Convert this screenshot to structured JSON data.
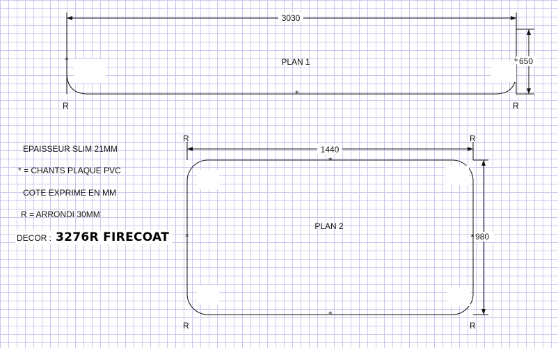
{
  "plan1": {
    "label": "PLAN 1",
    "length": "3030",
    "depth": "650",
    "depth_mark": "*",
    "radius_left": "R",
    "radius_right": "R",
    "edge_mark_left": "*",
    "edge_mark_bottom": "*"
  },
  "plan2": {
    "label": "PLAN 2",
    "length": "1440",
    "depth": "980",
    "depth_mark": "*",
    "radius_top_left": "R",
    "radius_top_right": "R",
    "radius_bottom_left": "R",
    "radius_bottom_right": "R",
    "edge_mark_top": "*",
    "edge_mark_left": "*",
    "edge_mark_bottom": "*"
  },
  "legend": {
    "thickness": "EPAISSEUR SLIM 21MM",
    "edges": "* = CHANTS PLAQUE PVC",
    "units": "COTE EXPRIME EN MM",
    "radius": "R = ARRONDI 30MM",
    "decor_label": "DECOR :",
    "decor_value": "3276R FIRECOAT"
  }
}
